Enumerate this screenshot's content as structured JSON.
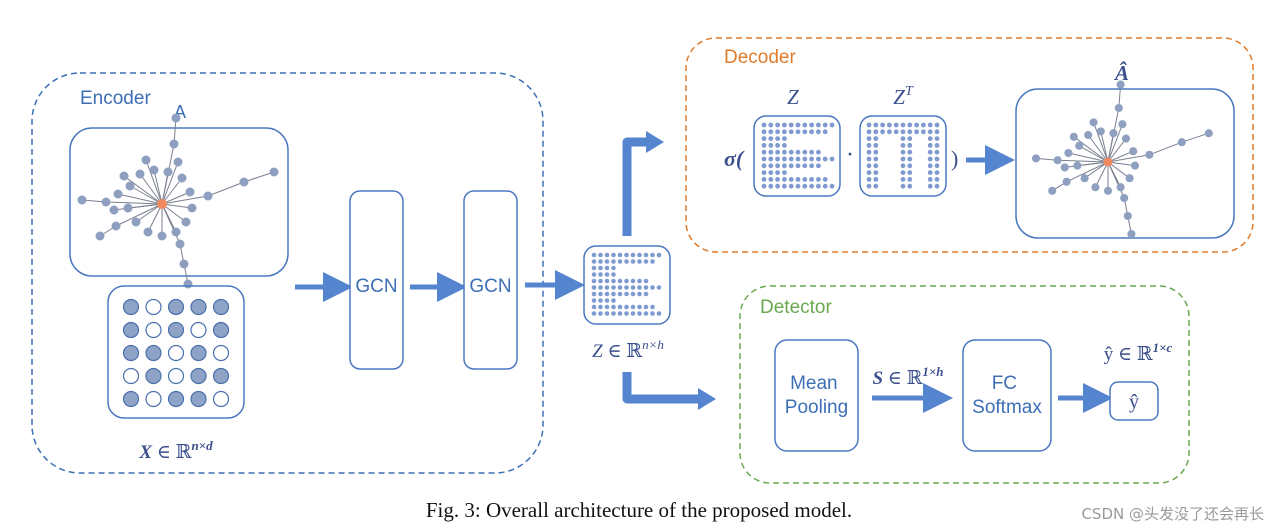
{
  "colors": {
    "encoder_border": "#3d6fb5",
    "decoder_border": "#e07b2a",
    "detector_border": "#6aa84f",
    "box_border": "#4a78bf",
    "arrow": "#5585cf",
    "node": "#8e9fc0",
    "center_node": "#f08860",
    "matrix_dot": "#7f9ad0"
  },
  "encoder": {
    "title": "Encoder",
    "graph_label": "A",
    "feature_label_var": "X",
    "feature_label_rest": " ∈ ℝ",
    "feature_label_sup": "n×d",
    "feature_matrix": [
      [
        1,
        0,
        1,
        1,
        1
      ],
      [
        1,
        0,
        1,
        0,
        1
      ],
      [
        1,
        1,
        0,
        1,
        0
      ],
      [
        0,
        1,
        0,
        1,
        1
      ],
      [
        1,
        0,
        1,
        1,
        0
      ]
    ]
  },
  "layers": {
    "gcn1": "GCN",
    "gcn2": "GCN"
  },
  "embedding": {
    "label_var": "Z",
    "label_rest": " ∈ ℝ",
    "label_sup": "n×h"
  },
  "decoder": {
    "title": "Decoder",
    "sigma": "σ(",
    "close_paren": ")",
    "dot": "·",
    "z_label": "Z",
    "zt_label": "Z",
    "zt_sup": "T",
    "output_label": "Â"
  },
  "detector": {
    "title": "Detector",
    "pooling_line1": "Mean",
    "pooling_line2": "Pooling",
    "s_label_var": "S",
    "s_label_rest": " ∈ ℝ",
    "s_label_sup": "1×h",
    "fc_line1": "FC",
    "fc_line2": "Softmax",
    "y_label_var": "ŷ",
    "y_label_rest": " ∈ ℝ",
    "y_label_sup": "1×c",
    "y_box": "ŷ"
  },
  "caption": "Fig. 3: Overall architecture of the proposed model.",
  "watermark": "CSDN @头发没了还会再长"
}
